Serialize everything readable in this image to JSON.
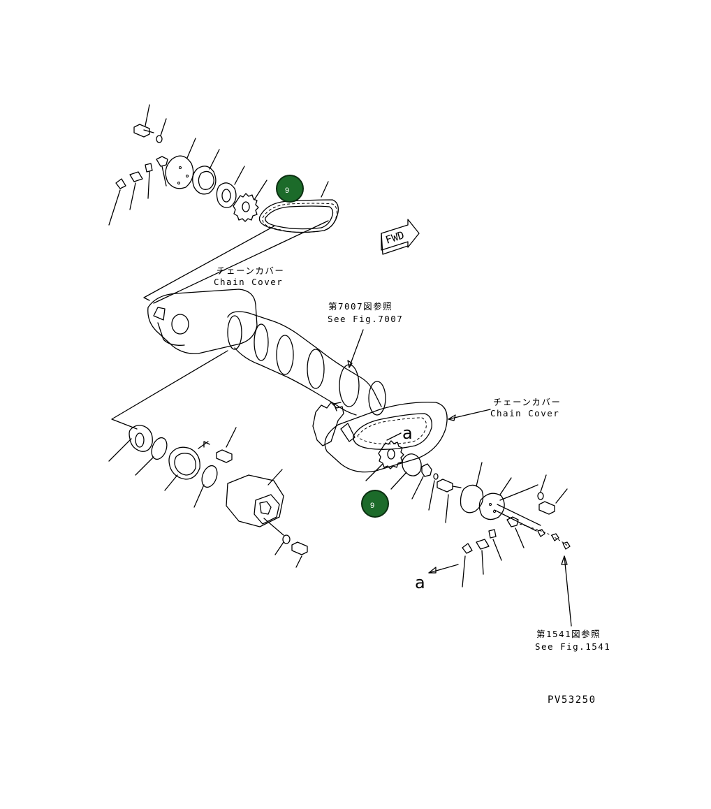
{
  "labels": {
    "chain_cover_jp_1": "チェーンカバー",
    "chain_cover_en_1": "Chain Cover",
    "see_7007_jp": "第7007図参照",
    "see_7007_en": "See Fig.7007",
    "chain_cover_jp_2": "チェーンカバー",
    "chain_cover_en_2": "Chain Cover",
    "ref_a_1": "a",
    "ref_a_2": "a",
    "see_1541_jp": "第1541図参照",
    "see_1541_en": "See Fig.1541",
    "fwd": "FWD",
    "drawing_no": "PV53250"
  },
  "callouts": [
    {
      "number": "9",
      "color": "#1c6b2a"
    },
    {
      "number": "9",
      "color": "#1c6b2a"
    }
  ]
}
